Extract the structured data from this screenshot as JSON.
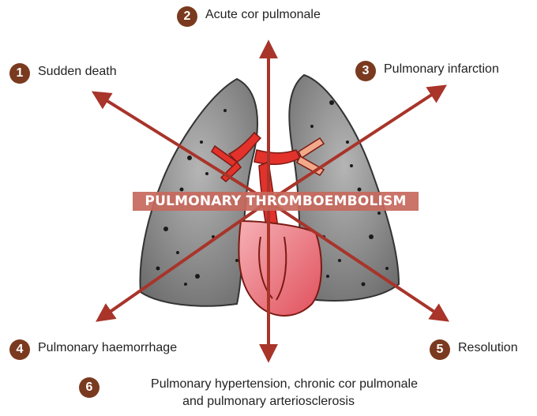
{
  "title": "PULMONARY THROMBOEMBOLISM",
  "outcomes": [
    {
      "number": "1",
      "label": "Sudden death"
    },
    {
      "number": "2",
      "label": "Acute cor pulmonale"
    },
    {
      "number": "3",
      "label": "Pulmonary infarction"
    },
    {
      "number": "4",
      "label": "Pulmonary haemorrhage"
    },
    {
      "number": "5",
      "label": "Resolution"
    },
    {
      "number": "6",
      "label_line1": "Pulmonary hypertension, chronic cor pulmonale",
      "label_line2": "and pulmonary arteriosclerosis"
    }
  ],
  "colors": {
    "arrow": "#a8342a",
    "badge": "#7a3a1f",
    "lung": "#8a8a8a",
    "artery": "#e2322b",
    "heart": "#e8606a",
    "title_band": "#c7685c"
  }
}
